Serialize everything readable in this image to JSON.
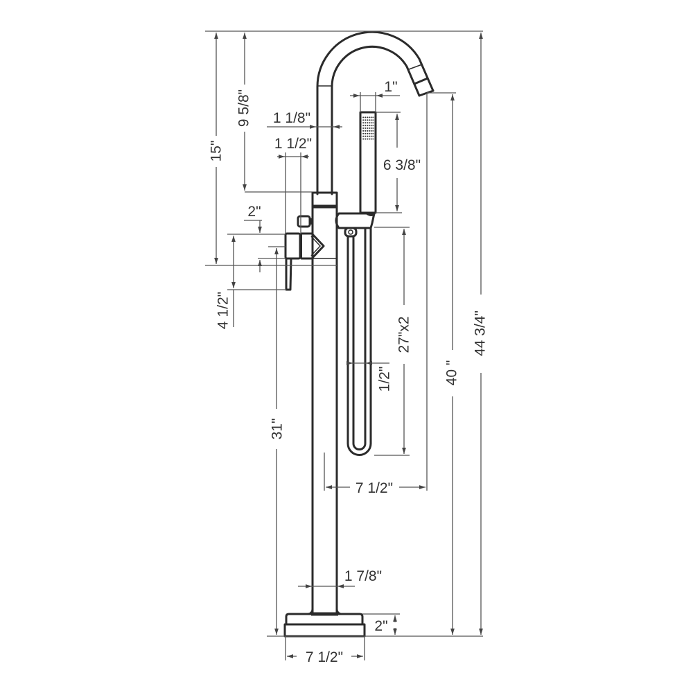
{
  "drawing": {
    "subject": "Freestanding tub filler with hand shower",
    "line_color": "#2b2b2b",
    "dimension_color": "#555555",
    "text_color": "#333333",
    "background": "#ffffff"
  },
  "dimensions": {
    "overall_height": "44 3/4\"",
    "spout_outlet_height": "40 \"",
    "spout_reach": "7 1/2\"",
    "spout_top_to_valve": "15\"",
    "spout_top_to_collar": "9 5/8\"",
    "spout_tube_diameter": "1 1/8\"",
    "handle_width": "1 1/2\"",
    "handle_block_height": "2\"",
    "handle_lever_height": "4 1/2\"",
    "floor_to_valve": "31\"",
    "hand_shower_width": "1\"",
    "hand_shower_length": "6 3/8\"",
    "hose_length": "27\"x2",
    "hose_diameter": "1/2\"",
    "riser_diameter": "1 7/8\"",
    "base_height": "2\"",
    "base_diameter": "7 1/2\""
  }
}
